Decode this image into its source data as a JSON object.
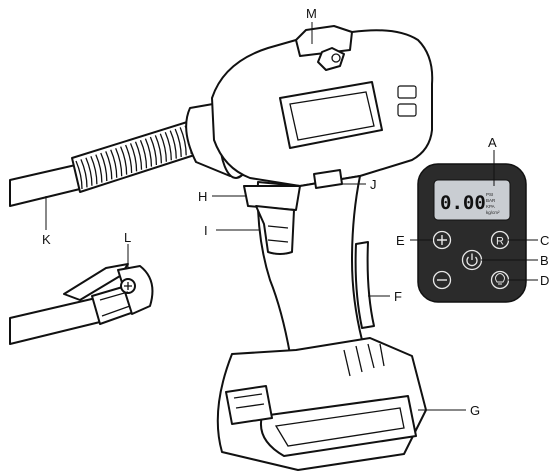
{
  "diagram": {
    "labels": {
      "A": "A",
      "B": "B",
      "C": "C",
      "D": "D",
      "E": "E",
      "F": "F",
      "G": "G",
      "H": "H",
      "I": "I",
      "J": "J",
      "K": "K",
      "L": "L",
      "M": "M"
    },
    "panel": {
      "display_value": "0.00",
      "units": [
        "PSI",
        "BAR",
        "KPA",
        "kg/cm²"
      ],
      "plus_symbol": "+",
      "minus_symbol": "−",
      "r_symbol": "R"
    },
    "icons": {
      "power_button": "power-icon",
      "light_button": "light-bulb-icon",
      "plus_button": "plus-icon",
      "minus_button": "minus-icon",
      "r_button": "r-icon"
    },
    "colors": {
      "line": "#111111",
      "panel": "#2b2b2b",
      "lcd": "#c9cdd2",
      "background": "#ffffff"
    }
  }
}
